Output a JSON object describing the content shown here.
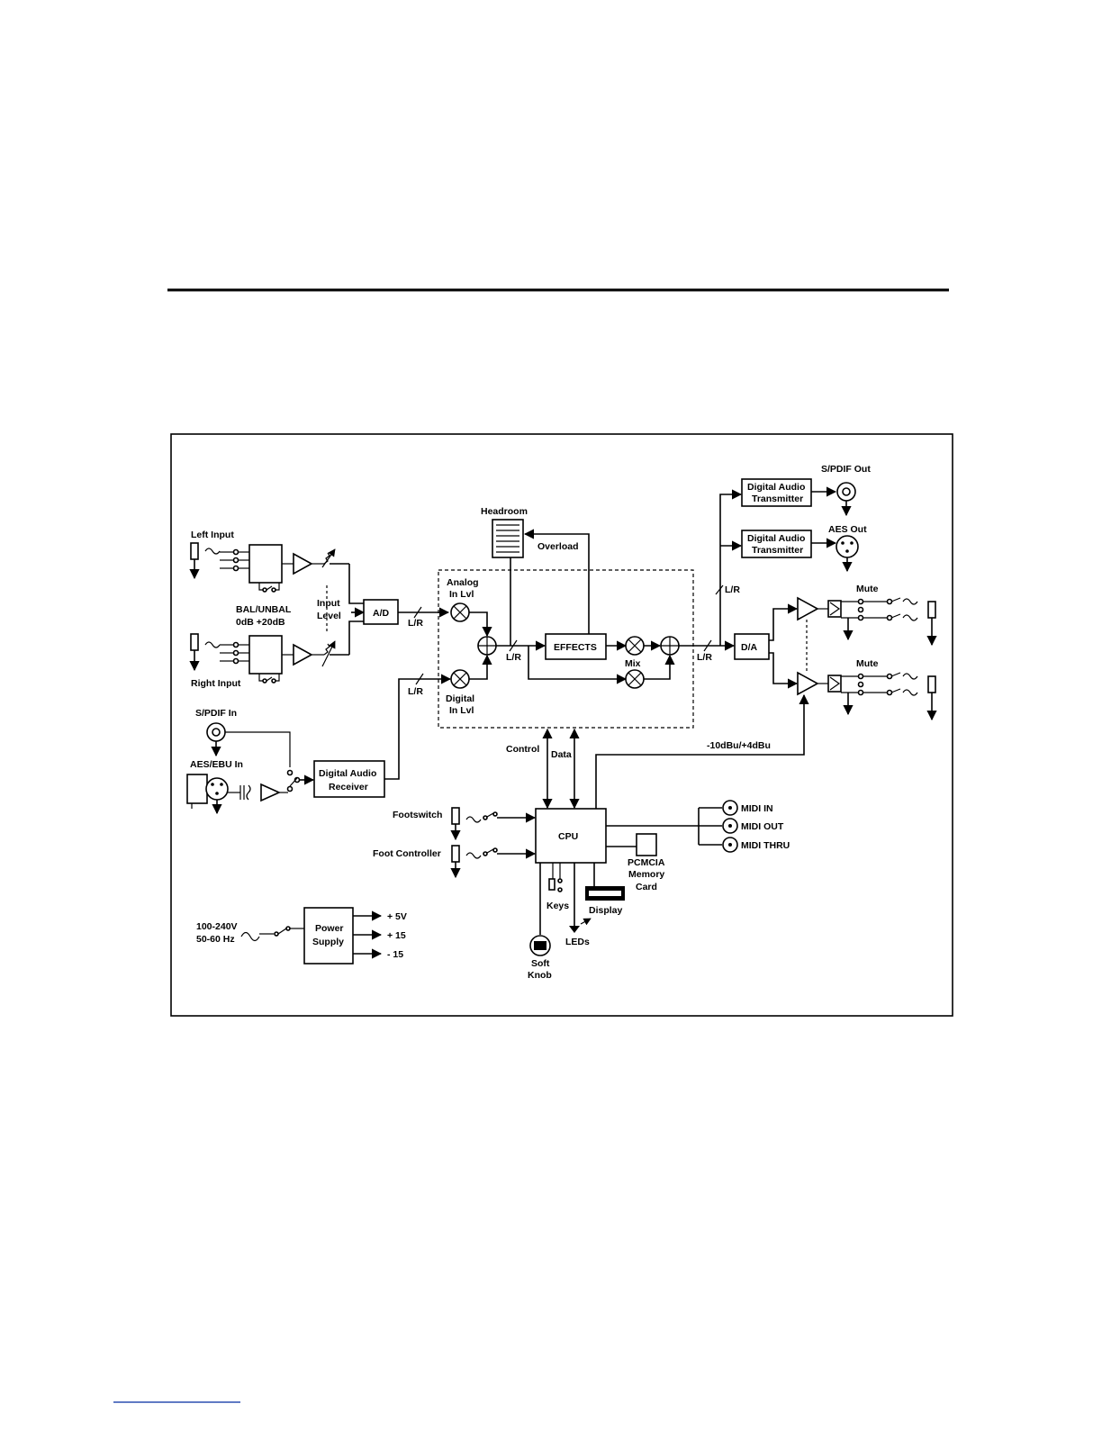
{
  "diagram": {
    "inputs": {
      "left_input": "Left Input",
      "right_input": "Right Input",
      "bal_unbal_1": "BAL/UNBAL",
      "bal_unbal_2": "0dB  +20dB",
      "input_level_1": "Input",
      "input_level_2": "Level",
      "spdif_in": "S/PDIF In",
      "aes_ebu_in": "AES/EBU In"
    },
    "blocks": {
      "ad": "A/D",
      "da": "D/A",
      "effects": "EFFECTS",
      "cpu": "CPU",
      "dar_1": "Digital Audio",
      "dar_2": "Receiver",
      "dat1_1": "Digital Audio",
      "dat1_2": "Transmitter",
      "dat2_1": "Digital Audio",
      "dat2_2": "Transmitter",
      "ps_1": "Power",
      "ps_2": "Supply"
    },
    "labels": {
      "lr_1": "L/R",
      "lr_2": "L/R",
      "lr_3": "L/R",
      "lr_4": "L/R",
      "lr_5": "L/R",
      "analog_in_lvl_1": "Analog",
      "analog_in_lvl_2": "In Lvl",
      "digital_in_lvl_1": "Digital",
      "digital_in_lvl_2": "In Lvl",
      "mix": "Mix",
      "headroom": "Headroom",
      "overload": "Overload",
      "control": "Control",
      "data": "Data",
      "level_switch": "-10dBu/+4dBu",
      "mute_1": "Mute",
      "mute_2": "Mute",
      "spdif_out": "S/PDIF Out",
      "aes_out": "AES Out",
      "midi_in": "MIDI IN",
      "midi_out": "MIDI OUT",
      "midi_thru": "MIDI THRU",
      "footswitch": "Footswitch",
      "foot_controller": "Foot Controller",
      "pcmcia_1": "PCMCIA",
      "pcmcia_2": "Memory",
      "pcmcia_3": "Card",
      "keys": "Keys",
      "display": "Display",
      "leds": "LEDs",
      "soft_knob_1": "Soft",
      "soft_knob_2": "Knob",
      "mains_1": "100-240V",
      "mains_2": "50-60 Hz",
      "v_plus5": "+ 5V",
      "v_plus15": "+ 15",
      "v_minus15": "-  15"
    }
  }
}
